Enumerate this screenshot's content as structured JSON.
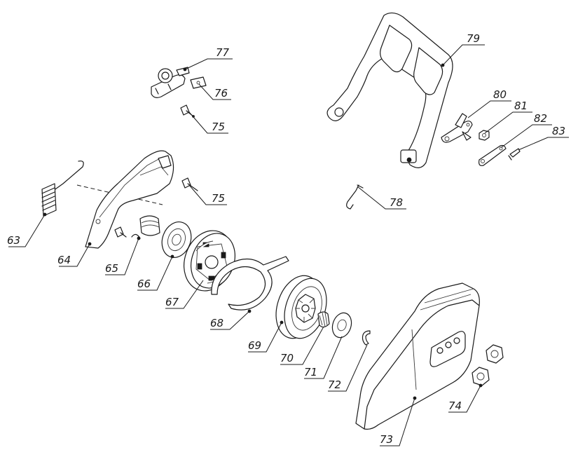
{
  "labels": {
    "n63": "63",
    "n64": "64",
    "n65": "65",
    "n66": "66",
    "n67": "67",
    "n68": "68",
    "n69": "69",
    "n70": "70",
    "n71": "71",
    "n72": "72",
    "n73": "73",
    "n74": "74",
    "n75a": "75",
    "n75b": "75",
    "n76": "76",
    "n77": "77",
    "n78": "78",
    "n79": "79",
    "n80": "80",
    "n81": "81",
    "n82": "82",
    "n83": "83"
  }
}
